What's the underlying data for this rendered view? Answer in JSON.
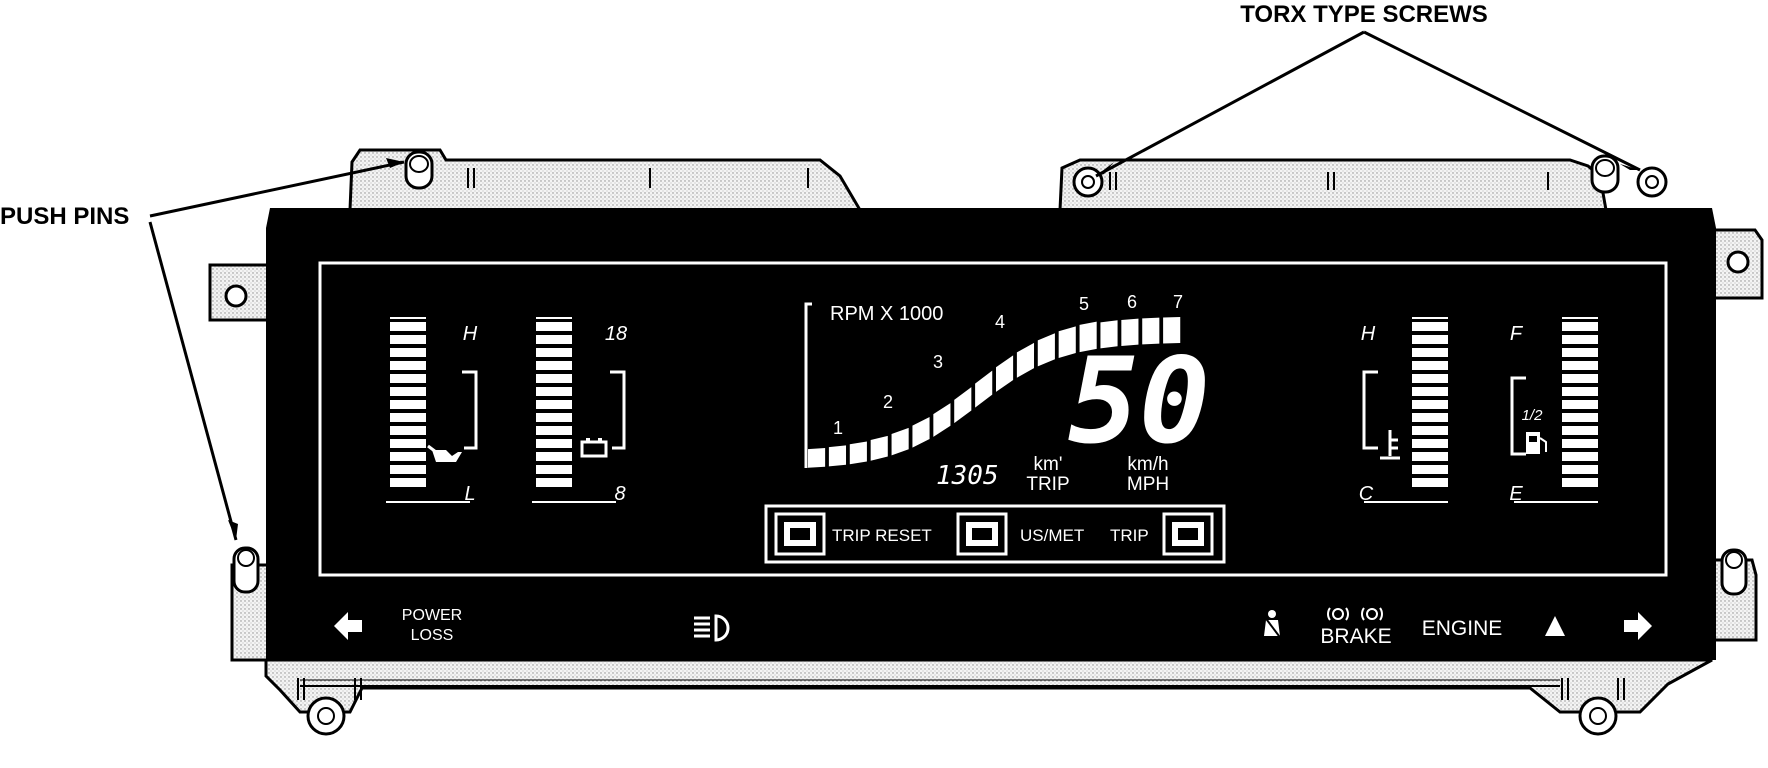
{
  "callouts": {
    "torx": "TORX TYPE SCREWS",
    "push_pins": "PUSH PINS"
  },
  "tach": {
    "title": "RPM X 1000",
    "scale": [
      "1",
      "2",
      "3",
      "4",
      "5",
      "6",
      "7"
    ]
  },
  "speed": {
    "value": "50",
    "unit_top": "km/h",
    "unit_bottom": "MPH"
  },
  "trip": {
    "odometer": "1305",
    "unit_top": "km'",
    "unit_bottom": "TRIP"
  },
  "buttons": {
    "trip_reset": "TRIP RESET",
    "us_met": "US/MET",
    "trip": "TRIP"
  },
  "gauges": {
    "oil": {
      "high": "H",
      "low": "L",
      "icon": "oil-can-icon"
    },
    "volt": {
      "high": "18",
      "low": "8",
      "icon": "battery-icon"
    },
    "temp": {
      "high": "H",
      "low": "C",
      "icon": "thermometer-icon"
    },
    "fuel": {
      "high": "F",
      "half": "1/2",
      "low": "E",
      "icon": "fuel-pump-icon"
    }
  },
  "warnings": {
    "power_loss_1": "POWER",
    "power_loss_2": "LOSS",
    "brake": "BRAKE",
    "engine": "ENGINE"
  },
  "colors": {
    "panel": "#000000",
    "lcd": "#ffffff",
    "housing_fill": "#e8e8e8"
  }
}
